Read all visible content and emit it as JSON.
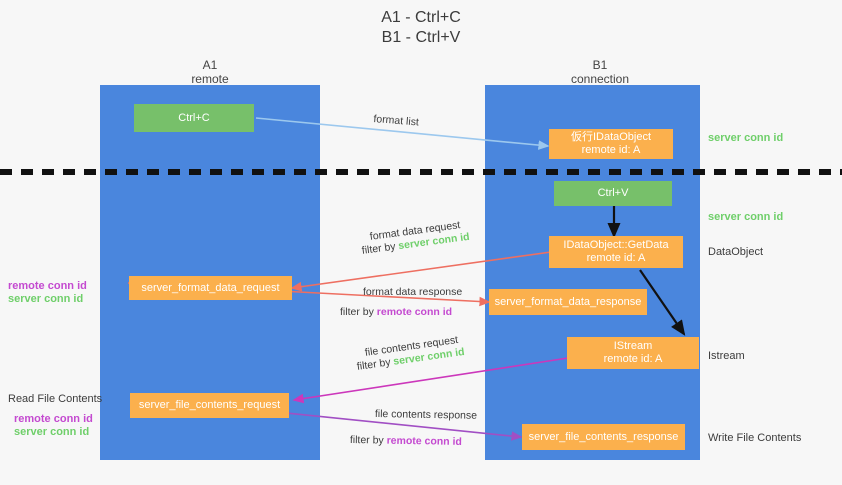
{
  "title": {
    "line1": "A1 - Ctrl+C",
    "line2": "B1 - Ctrl+V"
  },
  "lanes": [
    {
      "name": "A1",
      "sub": "remote"
    },
    {
      "name": "B1",
      "sub": "connection"
    }
  ],
  "boxes": {
    "ctrl_c": "Ctrl+C",
    "ctrl_v": "Ctrl+V",
    "idataobject": {
      "line1": "仮行IDataObject",
      "line2": "remote id: A"
    },
    "getdata": {
      "line1": "IDataObject::GetData",
      "line2": "remote id: A"
    },
    "istream": {
      "line1": "IStream",
      "line2": "remote id: A"
    },
    "server_format_data_request": "server_format_data_request",
    "server_format_data_response": "server_format_data_response",
    "server_file_contents_request": "server_file_contents_request",
    "server_file_contents_response": "server_file_contents_response"
  },
  "right_labels": {
    "server_conn_id_1": "server conn id",
    "server_conn_id_2": "server conn id",
    "dataobject": "DataObject",
    "istream": "Istream",
    "write_file_contents": "Write File Contents"
  },
  "left_labels": {
    "remote_conn_id_1": "remote conn id",
    "server_conn_id_1": "server conn id",
    "read_file_contents": "Read File Contents",
    "remote_conn_id_2": "remote conn id",
    "server_conn_id_2": "server conn id"
  },
  "arrow_labels": {
    "format_list": "format list",
    "format_data_request": "format data request",
    "format_data_request_filter_prefix": "filter by ",
    "format_data_request_filter_key": "server conn id",
    "format_data_response": "format data response",
    "format_data_response_filter_prefix": "filter by ",
    "format_data_response_filter_key": "remote conn id",
    "file_contents_request": "file contents request",
    "file_contents_request_filter_prefix": "filter by ",
    "file_contents_request_filter_key": "server conn id",
    "file_contents_response": "file contents response",
    "file_contents_response_filter_prefix": "filter by ",
    "file_contents_response_filter_key": "remote conn id"
  },
  "colors": {
    "lane": "#4a86dd",
    "green_box": "#77c06a",
    "orange_box": "#fbb04d",
    "light_blue_arrow": "#9cc8ee",
    "red_arrow": "#ee6f61",
    "magenta_arrow": "#cc37bb",
    "purple_arrow": "#a14fc4",
    "black_arrow": "#111111",
    "green_text": "#6fcf6a",
    "purple_text": "#c44ad0",
    "background": "#f7f7f7"
  }
}
